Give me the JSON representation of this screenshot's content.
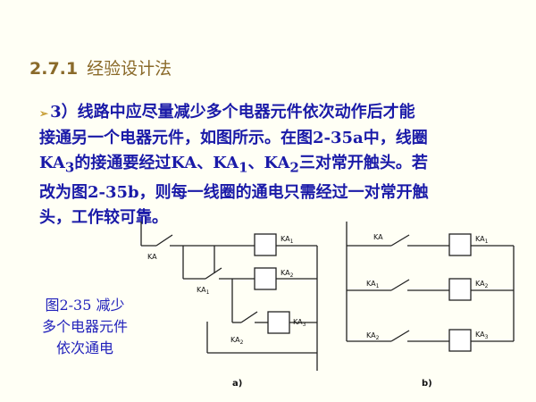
{
  "section": {
    "number": "2.7.1",
    "title": "经验设计法"
  },
  "body": {
    "bullet_symbol": "➢",
    "lines": [
      [
        "3）线路中应尽量减少多个电器元件依次动作后才能"
      ],
      [
        "接通另一个电器元件，如图所示。在图2-35a中，线圈"
      ],
      [
        "KA",
        "3",
        "的接通要经过KA、KA",
        "1",
        "、KA",
        "2",
        "三对常开触头。若"
      ],
      [
        "改为图2-35b，则每一线圈的通电只需经过一对常开触"
      ],
      [
        "头，工作较可靠。"
      ]
    ]
  },
  "caption": {
    "line1": "图2-35  减少",
    "line2": "多个电器元件",
    "line3": "依次通电"
  },
  "diagram_a": {
    "label": "a)",
    "contacts": [
      {
        "base": "KA",
        "sub": ""
      },
      {
        "base": "KA",
        "sub": "1"
      },
      {
        "base": "KA",
        "sub": "2"
      }
    ],
    "coils": [
      {
        "base": "KA",
        "sub": "1"
      },
      {
        "base": "KA",
        "sub": "2"
      },
      {
        "base": "KA",
        "sub": "3"
      }
    ]
  },
  "diagram_b": {
    "label": "b)",
    "contacts": [
      {
        "base": "KA",
        "sub": ""
      },
      {
        "base": "KA",
        "sub": "1"
      },
      {
        "base": "KA",
        "sub": "2"
      }
    ],
    "coils": [
      {
        "base": "KA",
        "sub": "1"
      },
      {
        "base": "KA",
        "sub": "2"
      },
      {
        "base": "KA",
        "sub": "3"
      }
    ]
  }
}
